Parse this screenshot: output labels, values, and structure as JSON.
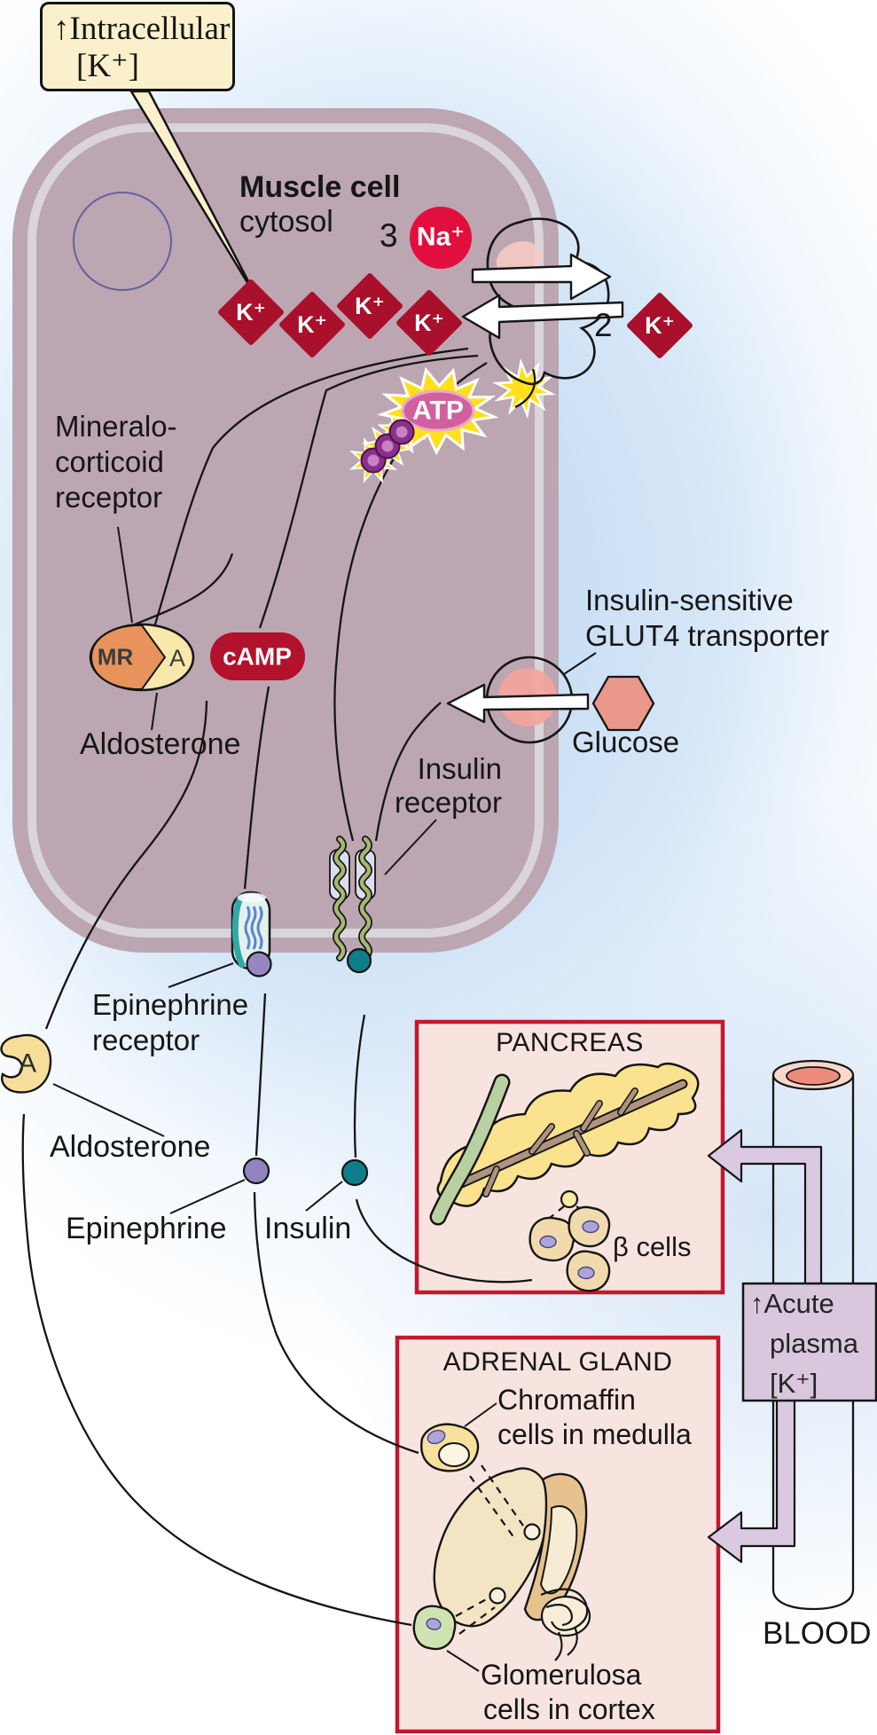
{
  "callout": {
    "line1": "↑Intracellular",
    "line2": "[K⁺]"
  },
  "muscle_cell": {
    "title": "Muscle cell",
    "subtitle": "cytosol"
  },
  "pump": {
    "na_count": "3",
    "na_ion": "Na⁺",
    "k_count": "2",
    "k_ion": "K⁺",
    "atp": "ATP"
  },
  "ions": {
    "k1": "K⁺",
    "k2": "K⁺",
    "k3": "K⁺",
    "k4": "K⁺"
  },
  "mineralocorticoid": {
    "line1": "Mineralo-",
    "line2": "corticoid",
    "line3": "receptor",
    "mr": "MR",
    "a": "A",
    "aldosterone": "Aldosterone"
  },
  "camp": {
    "label": "cAMP"
  },
  "glut4": {
    "line1": "Insulin-sensitive",
    "line2": "GLUT4 transporter",
    "glucose": "Glucose"
  },
  "insulin_receptor": {
    "line1": "Insulin",
    "line2": "receptor"
  },
  "epinephrine_receptor": {
    "line1": "Epinephrine",
    "line2": "receptor"
  },
  "hormones": {
    "a_letter": "A",
    "aldosterone": "Aldosterone",
    "epinephrine": "Epinephrine",
    "insulin": "Insulin"
  },
  "pancreas": {
    "title": "PANCREAS",
    "beta_cells": "β cells"
  },
  "adrenal": {
    "title": "ADRENAL GLAND",
    "chromaffin_line1": "Chromaffin",
    "chromaffin_line2": "cells in medulla",
    "glomerulosa_line1": "Glomerulosa",
    "glomerulosa_line2": "cells in cortex"
  },
  "blood": {
    "label": "BLOOD",
    "acute_line1": "↑Acute",
    "acute_line2": "plasma",
    "acute_line3": "[K⁺]"
  },
  "colors": {
    "k_diamond": "#A8102C",
    "na_circle": "#E20E3E",
    "camp_pill": "#B2122B",
    "atp_oval": "#D2609E",
    "starburst": "#FFE01A",
    "membrane": "#BCA6B2",
    "cytosol": "#E9EFDB",
    "organ_box_border": "#C2182F",
    "organ_box_fill": "#F7E4DF",
    "blood_vessel": "#E66252",
    "plasma_arrow": "#DAC9E0",
    "nucleus": "#8F8FC2"
  }
}
